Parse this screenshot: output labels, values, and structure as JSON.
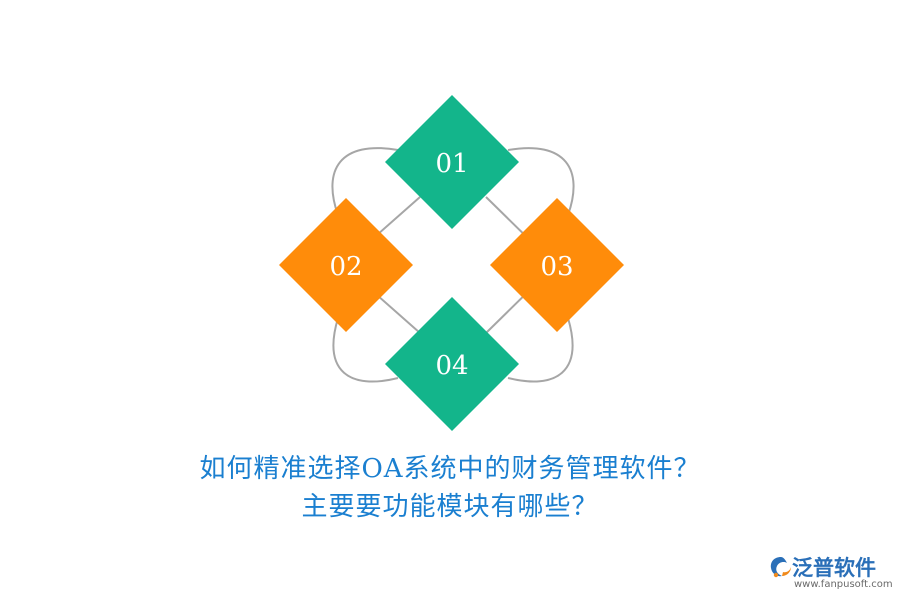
{
  "diagram": {
    "nodes": [
      {
        "label": "01",
        "color": "#13b58b"
      },
      {
        "label": "02",
        "color": "#ff8c0a"
      },
      {
        "label": "03",
        "color": "#ff8c0a"
      },
      {
        "label": "04",
        "color": "#13b58b"
      }
    ],
    "connector_color": "#a6a6a6"
  },
  "title": {
    "line1": "如何精准选择OA系统中的财务管理软件？",
    "line2": "主要要功能模块有哪些？"
  },
  "logo": {
    "name": "泛普软件",
    "url": "www.fanpusoft.com",
    "icon": "fanpu-logo-icon"
  }
}
